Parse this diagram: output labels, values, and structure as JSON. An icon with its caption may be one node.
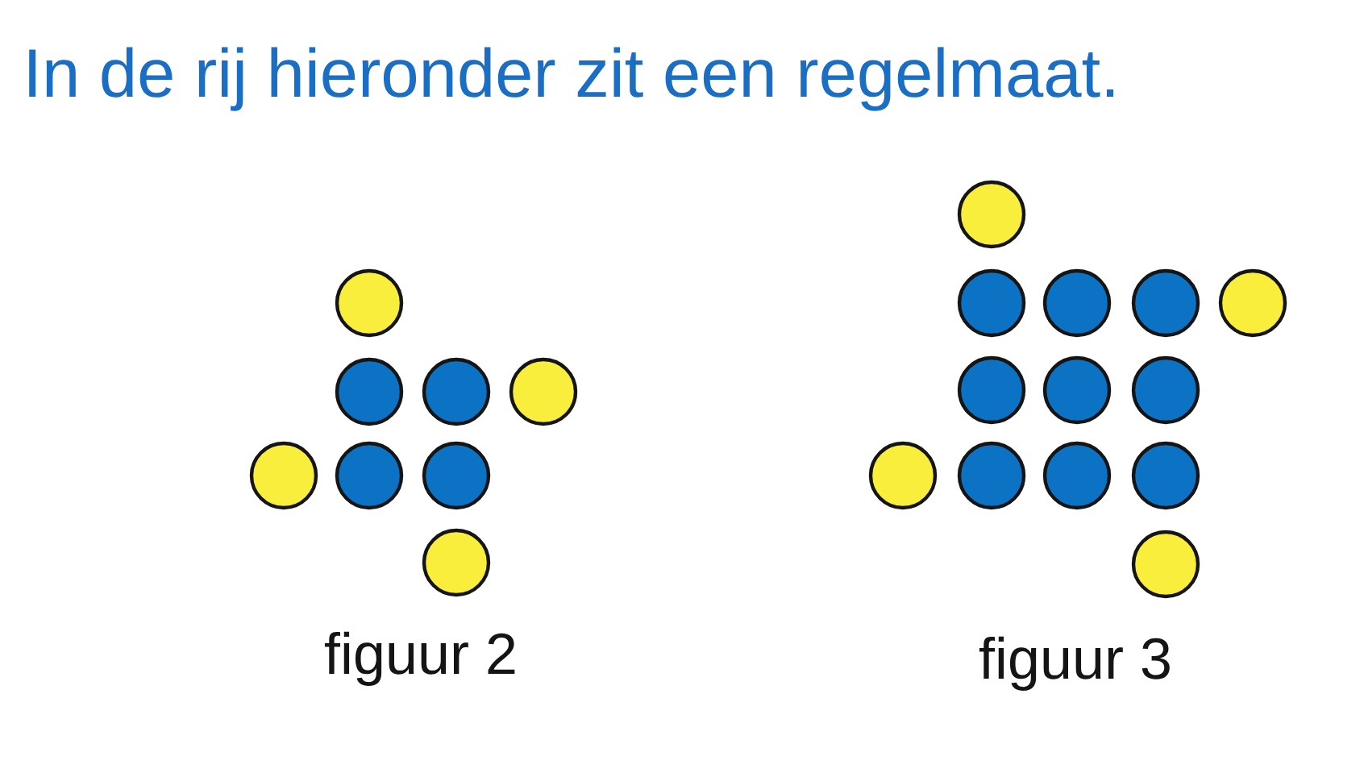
{
  "diagram": {
    "title": "In de rij hieronder zit een regelmaat.",
    "labels": [
      "figuur 2",
      "figuur 3"
    ]
  }
}
